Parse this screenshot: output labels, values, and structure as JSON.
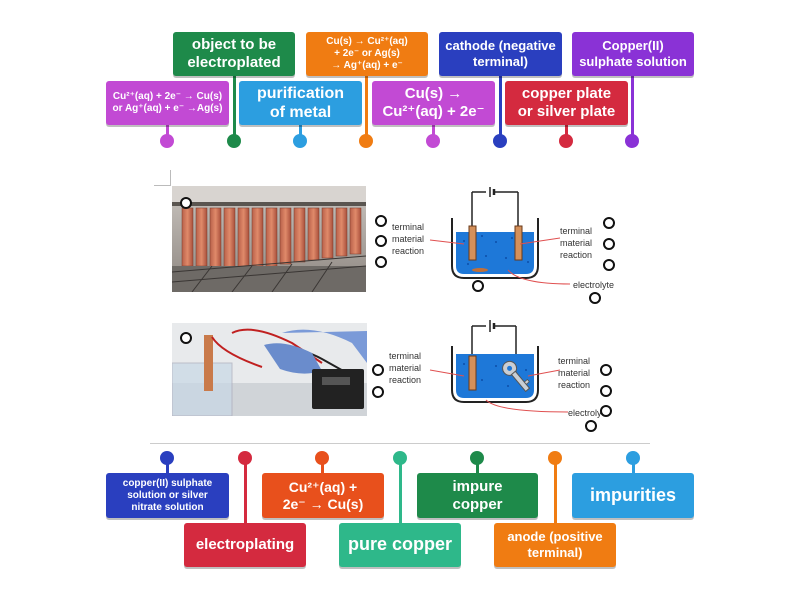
{
  "top_tiles": [
    {
      "id": "t1",
      "lines": [
        "object to be",
        "electroplated"
      ],
      "color": "#1e8a4a"
    },
    {
      "id": "t2",
      "lines": [
        "Cu(s) → Cu²⁺(aq)",
        "+ 2e⁻ or Ag(s)",
        "→ Ag⁺(aq) + e⁻"
      ],
      "color": "#f07c12"
    },
    {
      "id": "t3",
      "lines": [
        "cathode (negative",
        "terminal)"
      ],
      "color": "#2a3fbf"
    },
    {
      "id": "t4",
      "lines": [
        "Copper(II)",
        "sulphate solution"
      ],
      "color": "#8a32d6"
    },
    {
      "id": "t5",
      "lines": [
        "Cu²⁺(aq) + 2e⁻ → Cu(s)",
        "or Ag⁺(aq) + e⁻ →Ag(s)"
      ],
      "color": "#c24ad4"
    },
    {
      "id": "t6",
      "lines": [
        "purification",
        "of metal"
      ],
      "color": "#2c9ee0"
    },
    {
      "id": "t7",
      "lines": [
        "Cu(s) →",
        "Cu²⁺(aq) + 2e⁻"
      ],
      "color": "#c24ad4"
    },
    {
      "id": "t8",
      "lines": [
        "copper plate",
        "or silver plate"
      ],
      "color": "#d42a3f"
    }
  ],
  "bottom_tiles": [
    {
      "id": "b1",
      "lines": [
        "copper(II) sulphate",
        "solution or silver",
        "nitrate solution"
      ],
      "color": "#2a3fbf"
    },
    {
      "id": "b2",
      "lines": [
        "electroplating"
      ],
      "color": "#d42a3f"
    },
    {
      "id": "b3",
      "lines": [
        "Cu²⁺(aq) +",
        "2e⁻ → Cu(s)"
      ],
      "color": "#e8501c"
    },
    {
      "id": "b4",
      "lines": [
        "pure copper"
      ],
      "color": "#2eb88a"
    },
    {
      "id": "b5",
      "lines": [
        "impure",
        "copper"
      ],
      "color": "#1e8a4a"
    },
    {
      "id": "b6",
      "lines": [
        "anode (positive",
        "terminal)"
      ],
      "color": "#f07c12"
    },
    {
      "id": "b7",
      "lines": [
        "impurities"
      ],
      "color": "#2c9ee0"
    }
  ],
  "diagram_labels": {
    "terminal": "terminal",
    "material": "material",
    "reaction": "reaction",
    "electrolyte": "electrolyte"
  },
  "colors": {
    "green": "#1e8a4a",
    "orange": "#f07c12",
    "navy": "#2a3fbf",
    "purple": "#8a32d6",
    "magenta": "#c24ad4",
    "sky": "#2c9ee0",
    "red": "#d42a3f",
    "teal": "#2eb88a",
    "red_orange": "#e8501c"
  }
}
